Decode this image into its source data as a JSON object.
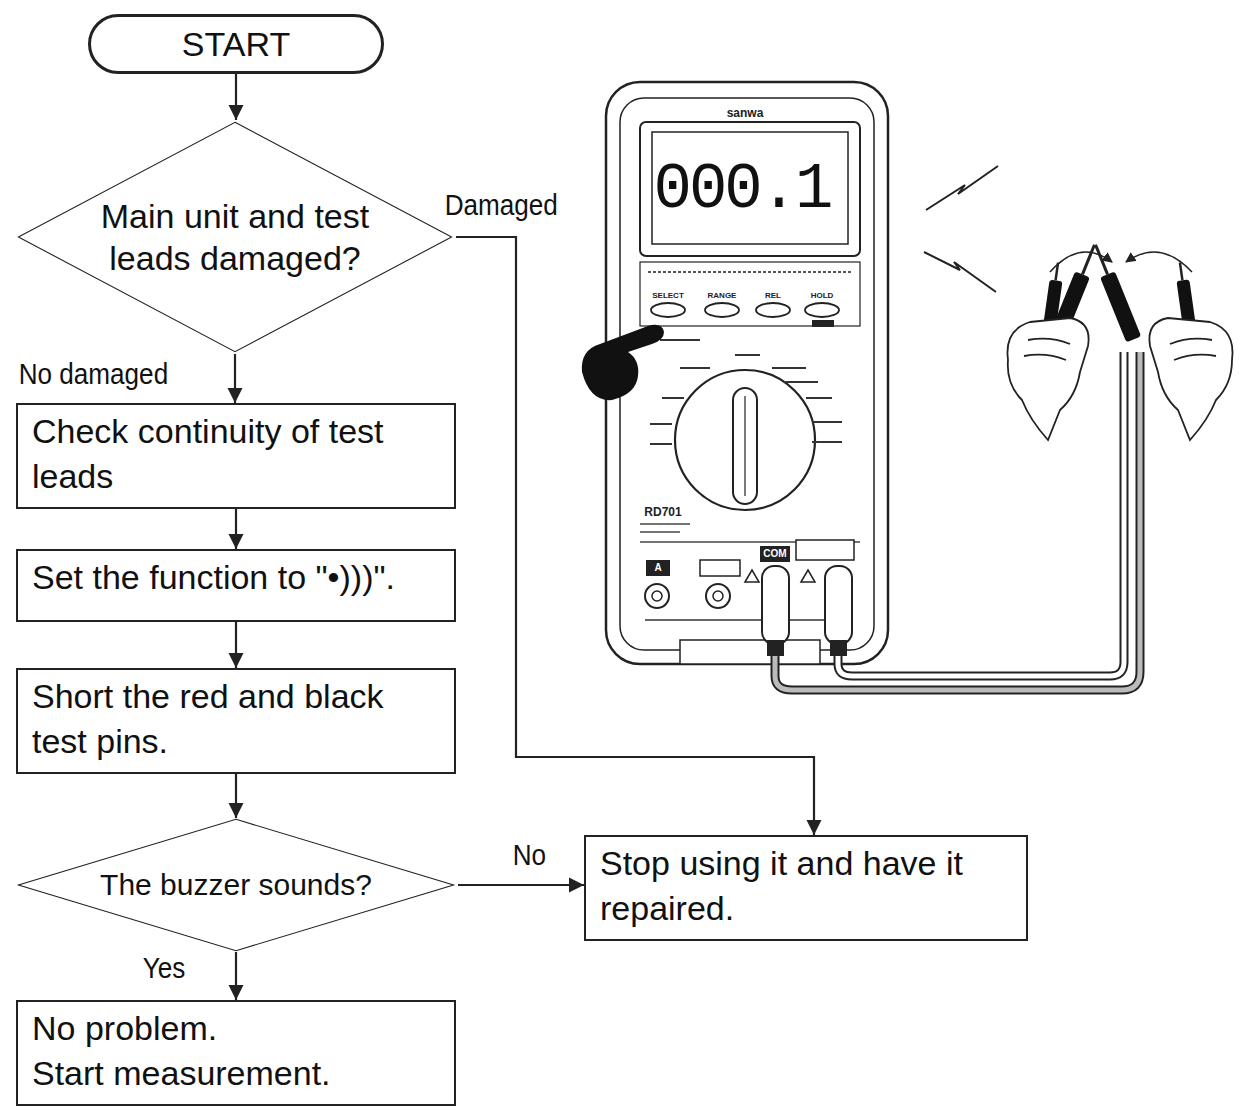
{
  "diagram": {
    "nodes": [
      {
        "text": [
          "START"
        ]
      },
      {
        "text": [
          "Main unit and test leads damaged?"
        ]
      },
      {
        "text": [
          "Check continuity of test leads"
        ]
      },
      {
        "text": [
          "Set the function to \"•)))\"."
        ]
      },
      {
        "text": [
          "Short the red and black test pins."
        ]
      },
      {
        "text": [
          "The buzzer sounds?"
        ]
      },
      {
        "text": [
          "Stop using it and have it repaired."
        ]
      },
      {
        "text": [
          "No problem.",
          "Start measurement."
        ]
      }
    ],
    "edges": [
      {
        "from": 0,
        "to": 1,
        "arrow": "to"
      },
      {
        "from": 1,
        "to": 2,
        "label": "No damaged",
        "arrow": "to"
      },
      {
        "from": 1,
        "to": 6,
        "label": "Damaged",
        "arrow": "to"
      },
      {
        "from": 2,
        "to": 3,
        "arrow": "to"
      },
      {
        "from": 3,
        "to": 4,
        "arrow": "to"
      },
      {
        "from": 4,
        "to": 5,
        "arrow": "to"
      },
      {
        "from": 5,
        "to": 6,
        "label": "No",
        "arrow": "to"
      },
      {
        "from": 5,
        "to": 7,
        "label": "Yes",
        "arrow": "to"
      }
    ],
    "labels": [
      "sanwa",
      "000.1",
      "SELECT",
      "RANGE",
      "REL",
      "HOLD",
      "RD701",
      "A",
      "COM"
    ]
  }
}
